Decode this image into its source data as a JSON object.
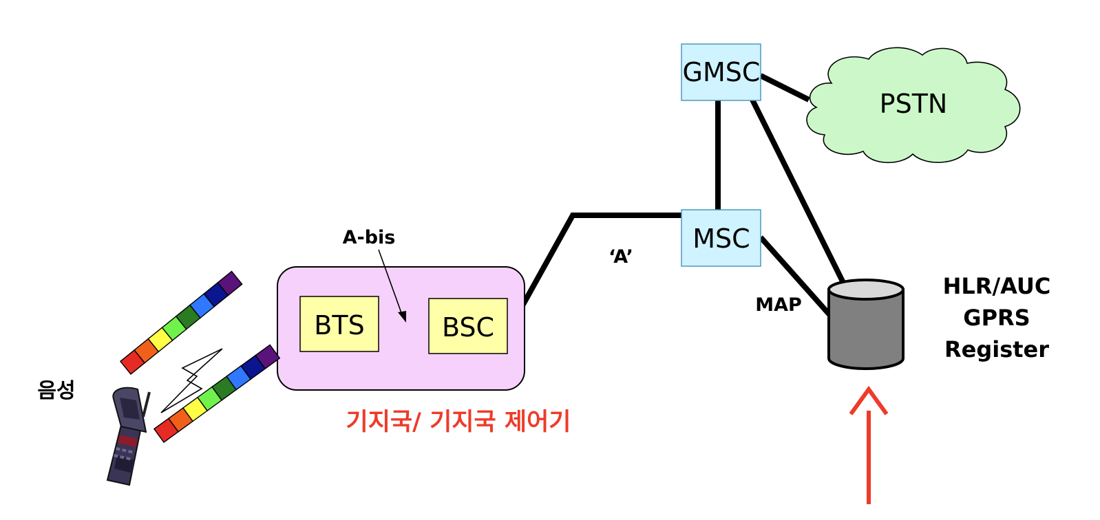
{
  "nodes": {
    "bts": "BTS",
    "bsc": "BSC",
    "msc": "MSC",
    "gmsc": "GMSC",
    "pstn": "PSTN"
  },
  "labels": {
    "abis": "A-bis",
    "a_interface": "‘A’",
    "map": "MAP",
    "voice": "음성",
    "base_station": "기지국/ 기지국 제어기",
    "hlr_lines": [
      "HLR/AUC",
      "GPRS",
      "Register"
    ]
  },
  "colors": {
    "node_box_fill": "#ffffa8",
    "switch_box_fill": "#cff3ff",
    "base_station_fill": "#f6d1fb",
    "cloud_fill": "#ccf8c9",
    "register_fill": "#808080",
    "accent_red": "#ee3b2a",
    "signal_bands": [
      "#e52b24",
      "#f0601b",
      "#ffff45",
      "#70f14b",
      "#2b7b23",
      "#2f78ff",
      "#0b158f",
      "#59137b"
    ]
  },
  "icons": {
    "phone": "mobile-phone-icon",
    "lightning": "radio-lightning-icon",
    "arrow": "pointer-arrow-icon"
  }
}
